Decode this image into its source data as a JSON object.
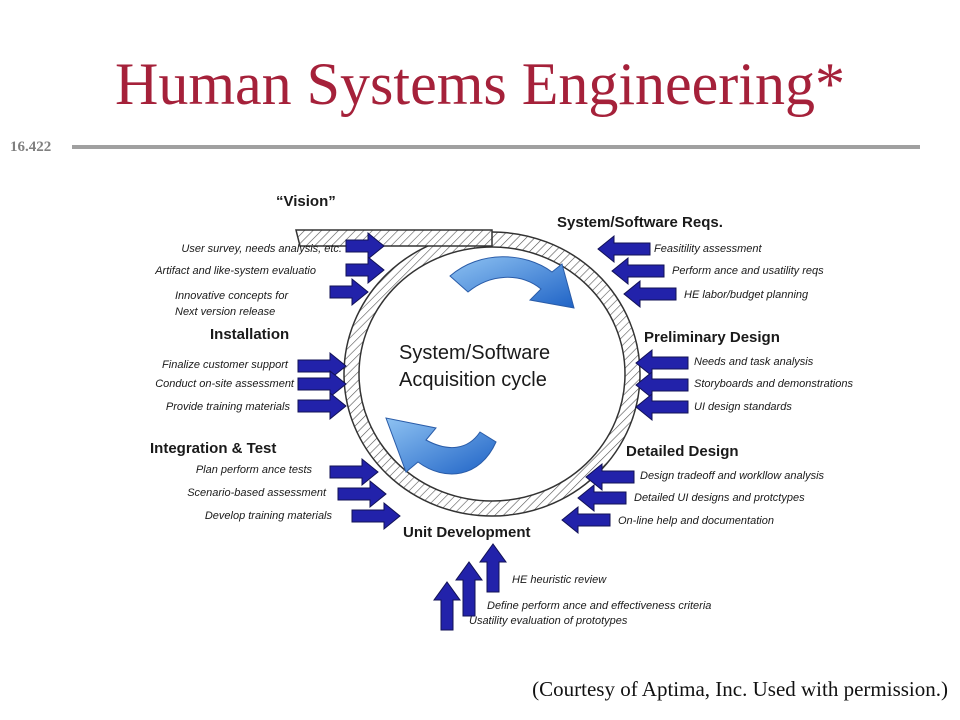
{
  "title": "Human Systems Engineering*",
  "course": "16.422",
  "cycle_label": [
    "System/Software",
    "Acquisition cycle"
  ],
  "vision": {
    "heading": "“Vision”",
    "items": [
      "User survey, needs analysis, etc.",
      "Artifact and like-system evaluatio",
      "Innovative concepts for",
      "Next version release"
    ]
  },
  "reqs": {
    "heading": "System/Software Reqs.",
    "items": [
      "Feasitility assessment",
      "Perform ance and usatility reqs",
      "HE labor/budget planning"
    ]
  },
  "prelim": {
    "heading": "Preliminary Design",
    "items": [
      "Needs and task analysis",
      "Storyboards and demonstrations",
      "UI design standards"
    ]
  },
  "installation": {
    "heading": "Installation",
    "items": [
      "Finalize customer support",
      "Conduct on-site assessment",
      "Provide training materials"
    ]
  },
  "integration": {
    "heading": "Integration & Test",
    "items": [
      "Plan perform ance tests",
      "Scenario-based assessment",
      "Develop training materials"
    ]
  },
  "detailed": {
    "heading": "Detailed Design",
    "items": [
      "Design tradeoff and workllow analysis",
      "Detailed UI designs and protctypes",
      "On-line help and documentation"
    ]
  },
  "unit": {
    "heading": "Unit Development",
    "items": [
      "HE heuristic review",
      "Define perform ance and effectiveness criteria",
      "Usatility evaluation of prototypes"
    ]
  },
  "courtesy": "(Courtesy of Aptima, Inc. Used with permission.)",
  "colors": {
    "title": "#a5213a",
    "arrow": "#2222aa",
    "cycle_arrow": "#3a86d9"
  }
}
